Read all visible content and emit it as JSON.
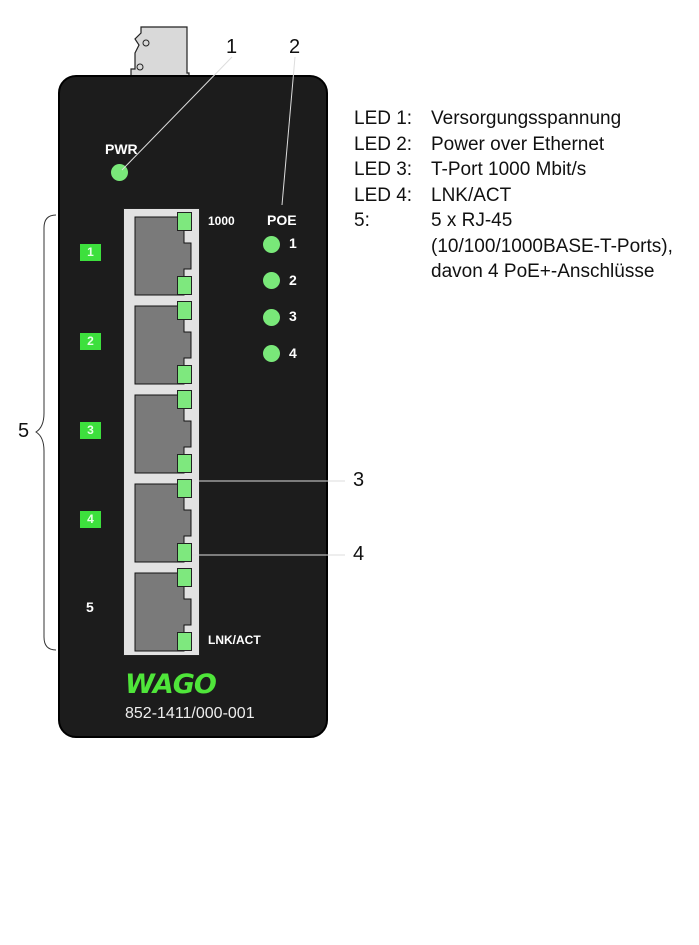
{
  "device": {
    "pwr_label": "PWR",
    "poe_label": "POE",
    "speed_label": "1000",
    "lnk_label": "LNK/ACT",
    "brand": "WAGO",
    "model": "852-1411/000-001",
    "port_numbers": [
      "1",
      "2",
      "3",
      "4",
      "5"
    ],
    "poe_led_numbers": [
      "1",
      "2",
      "3",
      "4"
    ],
    "led_color": "#79e879",
    "port_badge_color": "#3de03d",
    "brand_color": "#4fe53a"
  },
  "callouts": {
    "c1": "1",
    "c2": "2",
    "c3": "3",
    "c4": "4",
    "c5": "5"
  },
  "legend": [
    {
      "key": "LED 1:",
      "text": "Versorgungsspannung"
    },
    {
      "key": "LED 2:",
      "text": "Power over Ethernet"
    },
    {
      "key": "LED 3:",
      "text": "T-Port 1000 Mbit/s"
    },
    {
      "key": "LED 4:",
      "text": "LNK/ACT"
    },
    {
      "key": "5:",
      "text": "5 x RJ-45"
    },
    {
      "key": "",
      "text": "(10/100/1000BASE-T-Ports),"
    },
    {
      "key": "",
      "text": "davon 4 PoE+-Anschlüsse"
    }
  ]
}
